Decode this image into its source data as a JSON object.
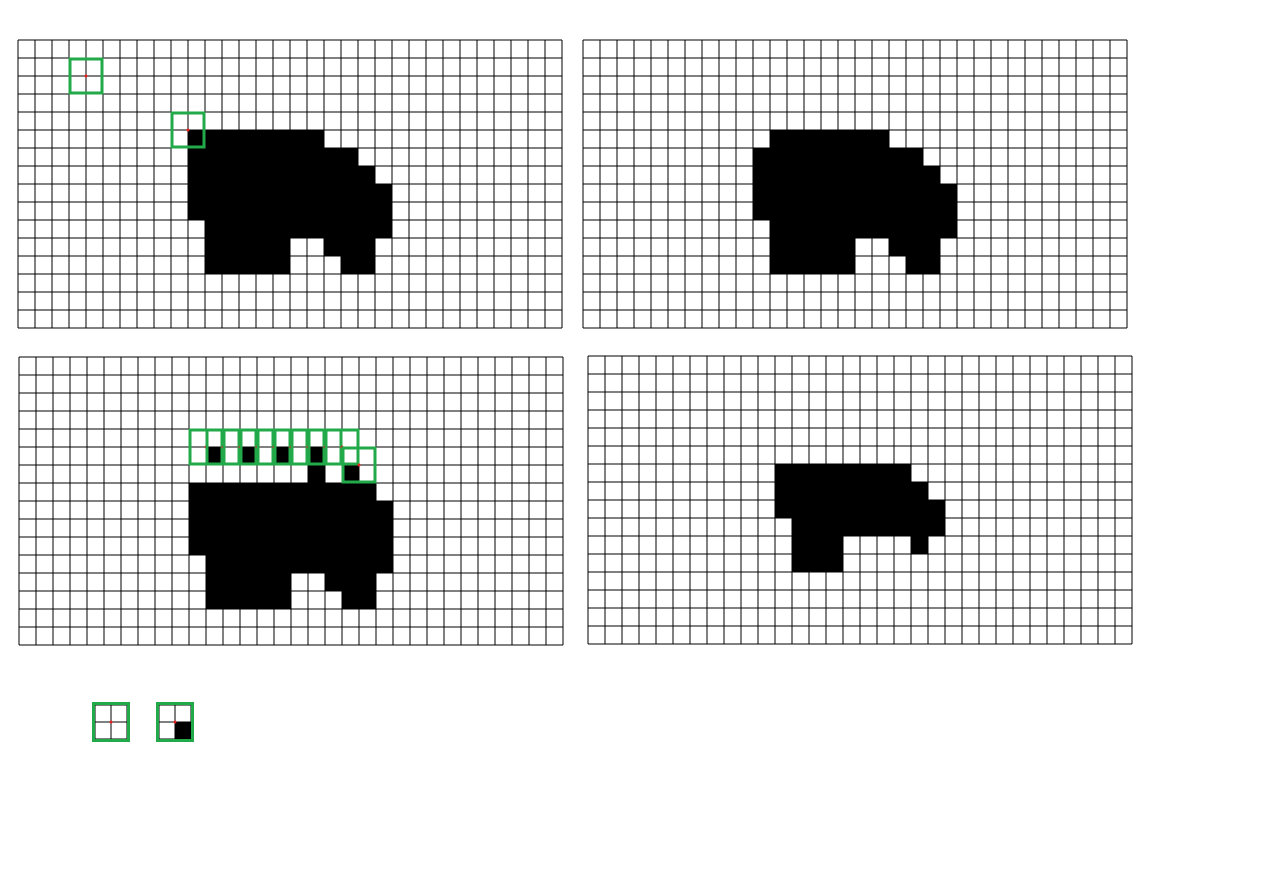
{
  "colors": {
    "grid_line": "#000000",
    "filled_cell": "#000000",
    "empty_cell": "#ffffff",
    "kernel_box": "#22aa4a",
    "kernel_center": "#e02020"
  },
  "grid": {
    "cols": 32,
    "rows": 16
  },
  "panels": [
    {
      "id": "panel-a",
      "filled_cells": [
        [
          10,
          5
        ],
        [
          11,
          5
        ],
        [
          12,
          5
        ],
        [
          13,
          5
        ],
        [
          14,
          5
        ],
        [
          15,
          5
        ],
        [
          16,
          5
        ],
        [
          17,
          5
        ],
        [
          10,
          6
        ],
        [
          11,
          6
        ],
        [
          12,
          6
        ],
        [
          13,
          6
        ],
        [
          14,
          6
        ],
        [
          15,
          6
        ],
        [
          16,
          6
        ],
        [
          17,
          6
        ],
        [
          18,
          6
        ],
        [
          19,
          6
        ],
        [
          10,
          7
        ],
        [
          11,
          7
        ],
        [
          12,
          7
        ],
        [
          13,
          7
        ],
        [
          14,
          7
        ],
        [
          15,
          7
        ],
        [
          16,
          7
        ],
        [
          17,
          7
        ],
        [
          18,
          7
        ],
        [
          19,
          7
        ],
        [
          20,
          7
        ],
        [
          10,
          8
        ],
        [
          11,
          8
        ],
        [
          12,
          8
        ],
        [
          13,
          8
        ],
        [
          14,
          8
        ],
        [
          15,
          8
        ],
        [
          16,
          8
        ],
        [
          17,
          8
        ],
        [
          18,
          8
        ],
        [
          19,
          8
        ],
        [
          20,
          8
        ],
        [
          21,
          8
        ],
        [
          10,
          9
        ],
        [
          11,
          9
        ],
        [
          12,
          9
        ],
        [
          13,
          9
        ],
        [
          14,
          9
        ],
        [
          15,
          9
        ],
        [
          16,
          9
        ],
        [
          17,
          9
        ],
        [
          18,
          9
        ],
        [
          19,
          9
        ],
        [
          20,
          9
        ],
        [
          21,
          9
        ],
        [
          11,
          10
        ],
        [
          12,
          10
        ],
        [
          13,
          10
        ],
        [
          14,
          10
        ],
        [
          15,
          10
        ],
        [
          16,
          10
        ],
        [
          17,
          10
        ],
        [
          18,
          10
        ],
        [
          19,
          10
        ],
        [
          20,
          10
        ],
        [
          21,
          10
        ],
        [
          11,
          11
        ],
        [
          12,
          11
        ],
        [
          13,
          11
        ],
        [
          14,
          11
        ],
        [
          15,
          11
        ],
        [
          18,
          11
        ],
        [
          19,
          11
        ],
        [
          20,
          11
        ],
        [
          11,
          12
        ],
        [
          12,
          12
        ],
        [
          13,
          12
        ],
        [
          14,
          12
        ],
        [
          15,
          12
        ],
        [
          19,
          12
        ],
        [
          20,
          12
        ]
      ],
      "kernels": [
        {
          "col": 3,
          "row": 1
        },
        {
          "col": 9,
          "row": 4
        }
      ]
    },
    {
      "id": "panel-b",
      "filled_cells": [
        [
          11,
          5
        ],
        [
          12,
          5
        ],
        [
          13,
          5
        ],
        [
          14,
          5
        ],
        [
          15,
          5
        ],
        [
          16,
          5
        ],
        [
          17,
          5
        ],
        [
          10,
          6
        ],
        [
          11,
          6
        ],
        [
          12,
          6
        ],
        [
          13,
          6
        ],
        [
          14,
          6
        ],
        [
          15,
          6
        ],
        [
          16,
          6
        ],
        [
          17,
          6
        ],
        [
          18,
          6
        ],
        [
          19,
          6
        ],
        [
          10,
          7
        ],
        [
          11,
          7
        ],
        [
          12,
          7
        ],
        [
          13,
          7
        ],
        [
          14,
          7
        ],
        [
          15,
          7
        ],
        [
          16,
          7
        ],
        [
          17,
          7
        ],
        [
          18,
          7
        ],
        [
          19,
          7
        ],
        [
          20,
          7
        ],
        [
          10,
          8
        ],
        [
          11,
          8
        ],
        [
          12,
          8
        ],
        [
          13,
          8
        ],
        [
          14,
          8
        ],
        [
          15,
          8
        ],
        [
          16,
          8
        ],
        [
          17,
          8
        ],
        [
          18,
          8
        ],
        [
          19,
          8
        ],
        [
          20,
          8
        ],
        [
          21,
          8
        ],
        [
          10,
          9
        ],
        [
          11,
          9
        ],
        [
          12,
          9
        ],
        [
          13,
          9
        ],
        [
          14,
          9
        ],
        [
          15,
          9
        ],
        [
          16,
          9
        ],
        [
          17,
          9
        ],
        [
          18,
          9
        ],
        [
          19,
          9
        ],
        [
          20,
          9
        ],
        [
          21,
          9
        ],
        [
          11,
          10
        ],
        [
          12,
          10
        ],
        [
          13,
          10
        ],
        [
          14,
          10
        ],
        [
          15,
          10
        ],
        [
          16,
          10
        ],
        [
          17,
          10
        ],
        [
          18,
          10
        ],
        [
          19,
          10
        ],
        [
          20,
          10
        ],
        [
          21,
          10
        ],
        [
          11,
          11
        ],
        [
          12,
          11
        ],
        [
          13,
          11
        ],
        [
          14,
          11
        ],
        [
          15,
          11
        ],
        [
          18,
          11
        ],
        [
          19,
          11
        ],
        [
          20,
          11
        ],
        [
          11,
          12
        ],
        [
          12,
          12
        ],
        [
          13,
          12
        ],
        [
          14,
          12
        ],
        [
          15,
          12
        ],
        [
          19,
          12
        ],
        [
          20,
          12
        ]
      ],
      "kernels": []
    },
    {
      "id": "panel-c",
      "filled_cells": [
        [
          11,
          5
        ],
        [
          13,
          5
        ],
        [
          15,
          5
        ],
        [
          17,
          5
        ],
        [
          17,
          6
        ],
        [
          19,
          6
        ],
        [
          10,
          7
        ],
        [
          11,
          7
        ],
        [
          12,
          7
        ],
        [
          13,
          7
        ],
        [
          14,
          7
        ],
        [
          15,
          7
        ],
        [
          16,
          7
        ],
        [
          17,
          7
        ],
        [
          18,
          7
        ],
        [
          19,
          7
        ],
        [
          20,
          7
        ],
        [
          10,
          8
        ],
        [
          11,
          8
        ],
        [
          12,
          8
        ],
        [
          13,
          8
        ],
        [
          14,
          8
        ],
        [
          15,
          8
        ],
        [
          16,
          8
        ],
        [
          17,
          8
        ],
        [
          18,
          8
        ],
        [
          19,
          8
        ],
        [
          20,
          8
        ],
        [
          21,
          8
        ],
        [
          10,
          9
        ],
        [
          11,
          9
        ],
        [
          12,
          9
        ],
        [
          13,
          9
        ],
        [
          14,
          9
        ],
        [
          15,
          9
        ],
        [
          16,
          9
        ],
        [
          17,
          9
        ],
        [
          18,
          9
        ],
        [
          19,
          9
        ],
        [
          20,
          9
        ],
        [
          21,
          9
        ],
        [
          10,
          10
        ],
        [
          11,
          10
        ],
        [
          12,
          10
        ],
        [
          13,
          10
        ],
        [
          14,
          10
        ],
        [
          15,
          10
        ],
        [
          16,
          10
        ],
        [
          17,
          10
        ],
        [
          18,
          10
        ],
        [
          19,
          10
        ],
        [
          20,
          10
        ],
        [
          21,
          10
        ],
        [
          11,
          11
        ],
        [
          12,
          11
        ],
        [
          13,
          11
        ],
        [
          14,
          11
        ],
        [
          15,
          11
        ],
        [
          16,
          11
        ],
        [
          17,
          11
        ],
        [
          18,
          11
        ],
        [
          19,
          11
        ],
        [
          20,
          11
        ],
        [
          21,
          11
        ],
        [
          11,
          12
        ],
        [
          12,
          12
        ],
        [
          13,
          12
        ],
        [
          14,
          12
        ],
        [
          15,
          12
        ],
        [
          18,
          12
        ],
        [
          19,
          12
        ],
        [
          20,
          12
        ],
        [
          11,
          13
        ],
        [
          12,
          13
        ],
        [
          13,
          13
        ],
        [
          14,
          13
        ],
        [
          15,
          13
        ],
        [
          19,
          13
        ],
        [
          20,
          13
        ]
      ],
      "kernels": [
        {
          "col": 10,
          "row": 4
        },
        {
          "col": 11,
          "row": 4
        },
        {
          "col": 12,
          "row": 4
        },
        {
          "col": 13,
          "row": 4
        },
        {
          "col": 14,
          "row": 4
        },
        {
          "col": 15,
          "row": 4
        },
        {
          "col": 16,
          "row": 4
        },
        {
          "col": 17,
          "row": 4
        },
        {
          "col": 18,
          "row": 4
        },
        {
          "col": 19,
          "row": 5
        }
      ]
    },
    {
      "id": "panel-d",
      "filled_cells": [
        [
          11,
          6
        ],
        [
          12,
          6
        ],
        [
          13,
          6
        ],
        [
          14,
          6
        ],
        [
          15,
          6
        ],
        [
          16,
          6
        ],
        [
          17,
          6
        ],
        [
          18,
          6
        ],
        [
          11,
          7
        ],
        [
          12,
          7
        ],
        [
          13,
          7
        ],
        [
          14,
          7
        ],
        [
          15,
          7
        ],
        [
          16,
          7
        ],
        [
          17,
          7
        ],
        [
          18,
          7
        ],
        [
          19,
          7
        ],
        [
          11,
          8
        ],
        [
          12,
          8
        ],
        [
          13,
          8
        ],
        [
          14,
          8
        ],
        [
          15,
          8
        ],
        [
          16,
          8
        ],
        [
          17,
          8
        ],
        [
          18,
          8
        ],
        [
          19,
          8
        ],
        [
          20,
          8
        ],
        [
          12,
          9
        ],
        [
          13,
          9
        ],
        [
          14,
          9
        ],
        [
          15,
          9
        ],
        [
          16,
          9
        ],
        [
          17,
          9
        ],
        [
          18,
          9
        ],
        [
          19,
          9
        ],
        [
          20,
          9
        ],
        [
          12,
          10
        ],
        [
          13,
          10
        ],
        [
          14,
          10
        ],
        [
          19,
          10
        ],
        [
          12,
          11
        ],
        [
          13,
          11
        ],
        [
          14,
          11
        ]
      ],
      "kernels": []
    }
  ],
  "structuring_elements": [
    {
      "id": "mini-1",
      "cells": [
        0,
        0,
        0,
        0
      ]
    },
    {
      "id": "mini-2",
      "cells": [
        0,
        0,
        0,
        1
      ]
    }
  ]
}
